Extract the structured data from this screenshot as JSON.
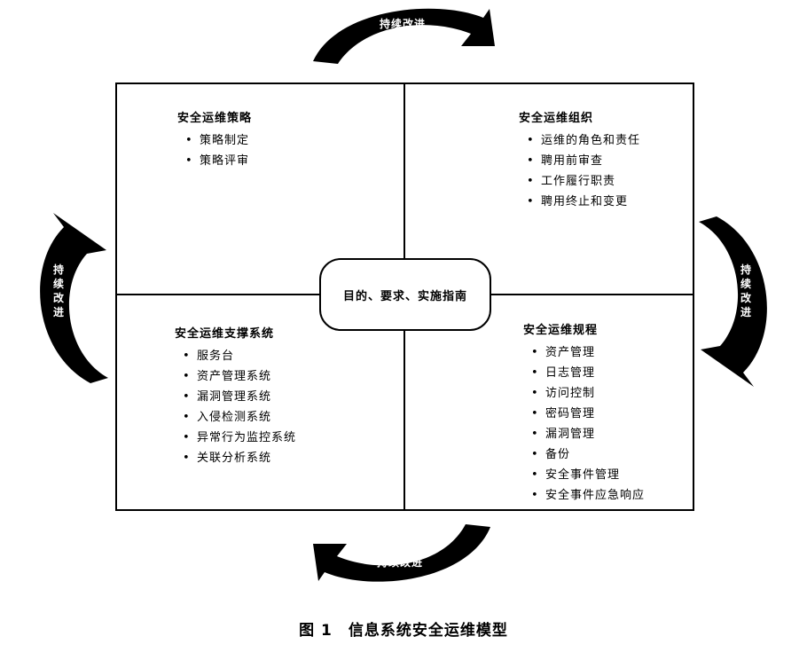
{
  "center": "目的、要求、实施指南",
  "arrows": {
    "top": "持续改进",
    "bottom": "持续改进",
    "left": "持续改进",
    "right": "持续改进"
  },
  "quadrants": {
    "top_left": {
      "title": "安全运维策略",
      "items": [
        "策略制定",
        "策略评审"
      ]
    },
    "top_right": {
      "title": "安全运维组织",
      "items": [
        "运维的角色和责任",
        "聘用前审查",
        "工作履行职责",
        "聘用终止和变更"
      ]
    },
    "bottom_left": {
      "title": "安全运维支撑系统",
      "items": [
        "服务台",
        "资产管理系统",
        "漏洞管理系统",
        "入侵检测系统",
        "异常行为监控系统",
        "关联分析系统"
      ]
    },
    "bottom_right": {
      "title": "安全运维规程",
      "items": [
        "资产管理",
        "日志管理",
        "访问控制",
        "密码管理",
        "漏洞管理",
        "备份",
        "安全事件管理",
        "安全事件应急响应"
      ]
    }
  },
  "caption": {
    "number": "图 1",
    "title": "信息系统安全运维模型"
  }
}
